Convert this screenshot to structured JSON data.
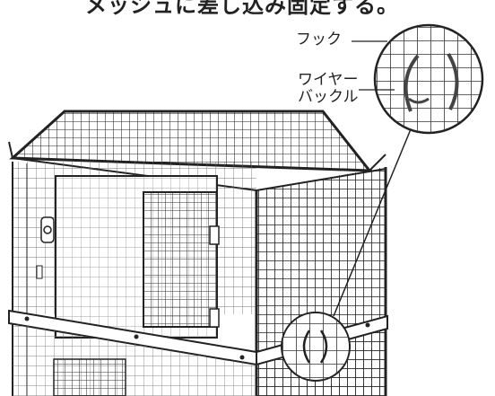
{
  "caption": "メッシュに差し込み固定する。",
  "callouts": {
    "hook": "フック",
    "buckle_line1": "ワイヤー",
    "buckle_line2": "バックル"
  }
}
